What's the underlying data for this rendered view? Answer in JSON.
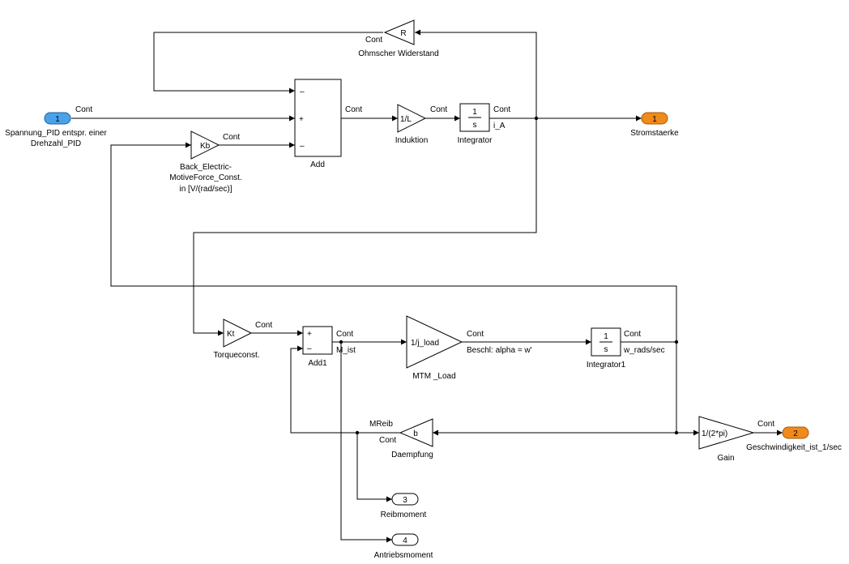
{
  "colors": {
    "inport": "#4aa3e8",
    "outport": "#f08a1c",
    "line": "#000000",
    "background": "#ffffff"
  },
  "ports": {
    "in1": {
      "number": "1",
      "name_line1": "Spannung_PID entspr. einer",
      "name_line2": "Drehzahl_PID"
    },
    "out1": {
      "number": "1",
      "name": "Stromstaerke"
    },
    "out2": {
      "number": "2",
      "name": "Geschwindigkeit_ist_1/sec"
    },
    "out3": {
      "number": "3",
      "name": "Reibmoment"
    },
    "out4": {
      "number": "4",
      "name": "Antriebsmoment"
    }
  },
  "blocks": {
    "r_gain": {
      "symbol": "R",
      "name": "Ohmscher Widerstand"
    },
    "add": {
      "name": "Add",
      "signs": [
        "–",
        "+",
        "–"
      ]
    },
    "kb_gain": {
      "symbol": "Kb",
      "name_line1": "Back_Electric-",
      "name_line2": "MotiveForce_Const.",
      "name_line3": "in [V/(rad/sec)]"
    },
    "induktion": {
      "symbol": "1/L",
      "name": "Induktion"
    },
    "integrator": {
      "num": "1",
      "den": "s",
      "name": "Integrator"
    },
    "kt_gain": {
      "symbol": "Kt",
      "name": "Torqueconst."
    },
    "add1": {
      "name": "Add1",
      "signs": [
        "+",
        "–"
      ]
    },
    "mtm_load": {
      "symbol": "1/j_load",
      "name": "MTM _Load"
    },
    "integrator1": {
      "num": "1",
      "den": "s",
      "name": "Integrator1"
    },
    "daempfung": {
      "symbol": "b",
      "name": "Daempfung"
    },
    "gain": {
      "symbol": "1/(2*pi)",
      "name": "Gain"
    }
  },
  "signals": {
    "cont": "Cont",
    "i_a": "i_A",
    "m_ist": "M_ist",
    "beschl": "Beschl: alpha = w'",
    "w_rads": "w_rads/sec",
    "mreib": "MReib"
  }
}
